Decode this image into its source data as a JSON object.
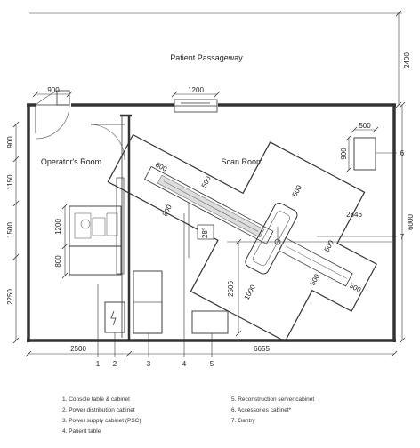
{
  "rooms": {
    "passageway": "Patient Passageway",
    "operator": "Operator's Room",
    "scan": "Scan Room"
  },
  "dimensions": {
    "passage_height": "2400",
    "door_left": "900",
    "window": "1200",
    "left_900": "900",
    "left_1150": "1150",
    "left_1500": "1500",
    "left_2250": "2250",
    "console_1200": "1200",
    "console_800": "800",
    "bottom_2500": "2500",
    "bottom_6655": "6655",
    "right_6000": "6000",
    "cabinet6_500": "500",
    "cabinet6_900": "900",
    "table_800_top": "800",
    "table_500_top": "500",
    "table_800_side": "800",
    "angle": "28°",
    "gantry_500_a": "500",
    "gantry_500_b": "500",
    "gantry_500_c": "500",
    "gantry_500_d": "500",
    "dist_2646": "2646",
    "dist_2506": "2506",
    "dist_1000": "1000"
  },
  "callouts": [
    "1",
    "2",
    "3",
    "4",
    "5",
    "6",
    "7"
  ],
  "legend": [
    "1. Console table & cabinet",
    "2. Power distribution cabinet",
    "3. Power supply cabinet (PSC)",
    "4. Patient table",
    "5. Reconstruction server cabinet",
    "6. Accessories cabinet*",
    "7. Gantry"
  ]
}
